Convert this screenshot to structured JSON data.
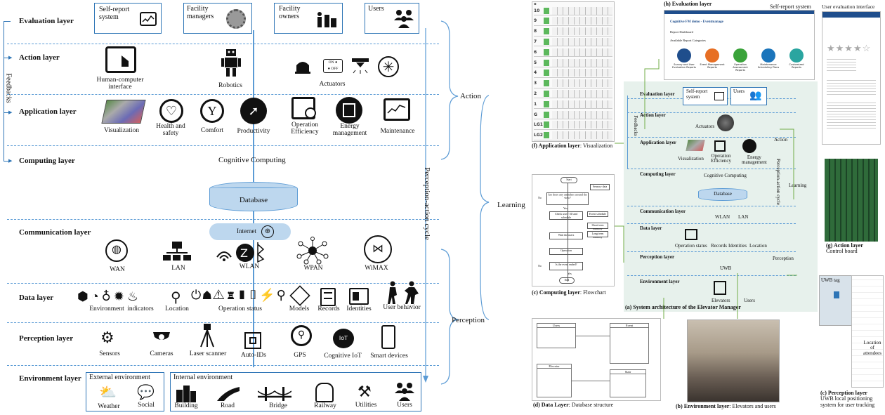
{
  "left": {
    "layers": {
      "evaluation": "Evaluation layer",
      "action": "Action layer",
      "application": "Application layer",
      "computing": "Computing layer",
      "communication": "Communication layer",
      "data": "Data layer",
      "perception": "Perception layer",
      "environment": "Environment layer"
    },
    "feedbacks": "Feedbacks",
    "evaluation_boxes": [
      "Self-report system",
      "Facility managers",
      "Facility owners",
      "Users"
    ],
    "evaluation_box_lines": {
      "self_report_1": "Self-report",
      "self_report_2": "system",
      "fm_1": "Facility",
      "fm_2": "managers",
      "fo_1": "Facility",
      "fo_2": "owners",
      "users": "Users"
    },
    "action_items": {
      "hci_1": "Human-computer",
      "hci_2": "interface",
      "robotics": "Robotics",
      "actuators": "Actuators"
    },
    "application_items": {
      "visualization": "Visualization",
      "health_1": "Health and",
      "health_2": "safety",
      "comfort": "Comfort",
      "productivity": "Productivity",
      "opeff_1": "Operation",
      "opeff_2": "Efficiency",
      "energy_1": "Energy",
      "energy_2": "management",
      "maintenance": "Maintenance"
    },
    "cognitive_computing": "Cognitive Computing",
    "database": "Database",
    "internet": "Internet",
    "communication_items": {
      "wan": "WAN",
      "lan": "LAN",
      "wlan": "WLAN",
      "wpan": "WPAN",
      "wimax": "WiMAX"
    },
    "data_items": {
      "environment": "Environment",
      "indicators": "indicators",
      "location": "Location",
      "operation_status": "Operation status",
      "models": "Models",
      "records": "Records",
      "identities": "Identities",
      "user_behavior": "User behavior"
    },
    "perception_items": {
      "sensors": "Sensors",
      "cameras": "Cameras",
      "laser": "Laser scanner",
      "autoids": "Auto-IDs",
      "gps": "GPS",
      "cognitive_iot": "Cognitive IoT",
      "smart_devices": "Smart devices"
    },
    "environment": {
      "external_title": "External environment",
      "internal_title": "Internal environment",
      "weather": "Weather",
      "social": "Social",
      "building": "Building",
      "road": "Road",
      "bridge": "Bridge",
      "railway": "Railway",
      "utilities": "Utilities",
      "users": "Users"
    },
    "cycle": {
      "action": "Action",
      "perception": "Perception",
      "perception_action_cycle": "Perception-action cycle",
      "learning": "Learning"
    }
  },
  "right": {
    "f_panel": {
      "rows": [
        "10",
        "9",
        "8",
        "7",
        "6",
        "5",
        "4",
        "3",
        "2",
        "1",
        "G",
        "LG1",
        "LG2"
      ],
      "caption_bold": "(f) Application layer",
      "caption_rest": ": Visualization"
    },
    "h_panel": {
      "title_bold": "(h) Evaluation layer",
      "self_report_system": "Self-report system",
      "ui_title": "Cognitive FM demo - Eventmanage",
      "report_dashboard": "Report Dashboard",
      "available": "Available Report Categories",
      "categories": [
        "Survey and User Evaluation Reports",
        "Event Management Reports",
        "Operation Assessment Reports",
        "Maintenance Scheduling Plans",
        "Customized Reports"
      ]
    },
    "user_eval": {
      "title": "User evaluation interface"
    },
    "center": {
      "evaluation": "Evaluation layer",
      "action": "Action layer",
      "application": "Application layer",
      "computing": "Computing layer",
      "communication": "Communication layer",
      "data": "Data layer",
      "perception": "Perception layer",
      "environment": "Environment layer",
      "feedbacks": "Feedbacks",
      "self_report_1": "Self-report",
      "self_report_2": "system",
      "users": "Users",
      "actuators": "Actuators",
      "visualization": "Visualization",
      "opeff_1": "Operation",
      "opeff_2": "Efficiency",
      "energy_1": "Energy",
      "energy_2": "management",
      "cognitive_computing": "Cognitive Computing",
      "database": "Database",
      "wlan": "WLAN",
      "lan": "LAN",
      "op_status": "Operation status",
      "records": "Records",
      "identities": "Identities",
      "location": "Location",
      "uwb": "UWB",
      "elevators": "Elevators",
      "env_users": "Users",
      "action_label": "Action",
      "perception_label": "Perception",
      "cycle": "Perception-action cycle",
      "learning": "Learning",
      "caption_bold": "(a) System architecture of the Elevator Manager"
    },
    "g_panel": {
      "caption_bold": "(g) Action layer",
      "caption_rest": "Control board"
    },
    "c_panel": {
      "caption_bold": "(c) Computing layer",
      "caption_rest": ": Flowchart",
      "nodes": {
        "start": "Start",
        "sensory": "Sensory data",
        "q1": "Are there any attendees around the view?",
        "no1": "No",
        "yes1": "Yes",
        "check": "Check users' ID and schedule",
        "event_schedule": "Event schedule",
        "short_term": "Short term memory",
        "long_term": "Long term memory",
        "wait": "Wait the users",
        "operation": "Operation",
        "q2": "Is the event ended?",
        "no2": "No",
        "yes2": "Yes",
        "end": "End"
      }
    },
    "d_panel": {
      "caption_bold": "(d) Data Layer",
      "caption_rest": ": Database structure",
      "tables": [
        "Users",
        "Event",
        "Elevator",
        "Stair"
      ]
    },
    "b_panel": {
      "caption_bold": "(b) Environment layer",
      "caption_rest": ": Elevators and users"
    },
    "e_panel": {
      "uwb_tag": "UWB tag",
      "loc_1": "Location of",
      "loc_2": "attendees",
      "caption_bold": "(c) Perception layer",
      "caption_1": "UWB local positioning",
      "caption_2": "system for user tracking"
    }
  }
}
